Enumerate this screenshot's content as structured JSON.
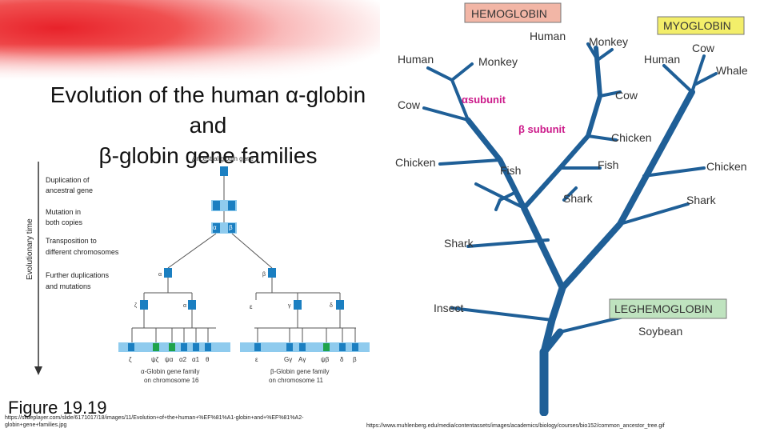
{
  "left": {
    "title_line1": "Evolution of the human α-globin and",
    "title_line2": "β-globin gene families",
    "figure_label": "Figure 19.19",
    "diagram": {
      "ancestral_label": "Ancestral globin gene",
      "axis_label": "Evolutionary time",
      "steps": [
        "Duplication of",
        "ancestral gene",
        "Mutation in",
        "both copies",
        "Transposition to",
        "different chromosomes",
        "Further duplications",
        "and mutations"
      ],
      "alpha_family_line1": "α-Globin gene family",
      "alpha_family_line2": "on chromosome 16",
      "beta_family_line1": "β-Globin gene family",
      "beta_family_line2": "on chromosome 11",
      "alpha_genes": [
        "ζ",
        "ψζ",
        "ψα",
        "α2",
        "α1",
        "θ"
      ],
      "beta_genes": [
        "ε",
        "Gγ",
        "Aγ",
        "ψβ",
        "δ",
        "β"
      ],
      "node_labels": {
        "alpha": "α",
        "beta": "β",
        "zeta": "ζ",
        "alpha2": "α",
        "epsilon": "ε",
        "gamma": "γ",
        "delta": "δ"
      }
    },
    "source_url": "https://slideplayer.com/slide/6171017/18/images/11/Evolution+of+the+human+%EF%81%A1-globin+and+%EF%81%A2-globin+gene+families.jpg"
  },
  "right": {
    "boxes": {
      "hemoglobin": "HEMOGLOBIN",
      "myoglobin": "MYOGLOBIN",
      "leghemoglobin": "LEGHEMOGLOBIN"
    },
    "subunits": {
      "alpha": "αsubunit",
      "beta": "β subunit"
    },
    "tips": {
      "human_beta": "Human",
      "monkey_beta": "Monkey",
      "human_alpha": "Human",
      "monkey_alpha": "Monkey",
      "cow_alpha": "Cow",
      "cow_beta": "Cow",
      "chicken_beta": "Chicken",
      "chicken_alpha": "Chicken",
      "fish_alpha": "Fish",
      "fish_beta": "Fish",
      "shark_beta": "Shark",
      "shark_alpha": "Shark",
      "human_myo": "Human",
      "cow_myo": "Cow",
      "whale_myo": "Whale",
      "chicken_myo": "Chicken",
      "shark_myo": "Shark",
      "insect": "Insect",
      "soybean": "Soybean"
    },
    "source_url": "https://www.muhlenberg.edu/media/contentassets/images/academics/biology/courses/bio152/common_ancestor_tree.gif"
  },
  "colors": {
    "tree_blue": "#1f5f97",
    "hemoglobin_box": "#f2b6a6",
    "myoglobin_box": "#f3ee6a",
    "leghemoglobin_box": "#bfe3bf",
    "subunit_magenta": "#cc1a8a",
    "gene_blue": "#1b7fc1",
    "gene_green": "#1ea34b",
    "chrom_light": "#8fcbee"
  }
}
